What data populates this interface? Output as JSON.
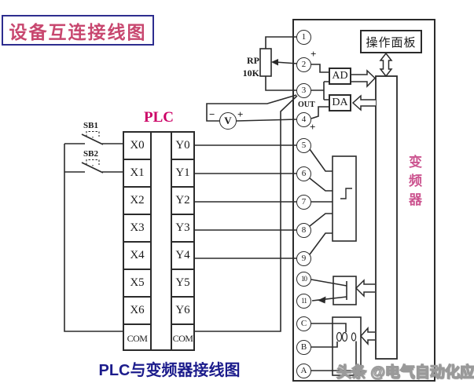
{
  "title": "设备互连接线图",
  "plc": {
    "header": "PLC",
    "x_labels": [
      "X0",
      "X1",
      "X2",
      "X3",
      "X4",
      "X5",
      "X6",
      "COM"
    ],
    "y_labels": [
      "Y0",
      "Y1",
      "Y2",
      "Y3",
      "Y4",
      "Y5",
      "Y6",
      "COM"
    ]
  },
  "switches": {
    "sb1": "SB1",
    "sb2": "SB2"
  },
  "potentiometer": {
    "name": "RP",
    "value": "10K"
  },
  "voltmeter": {
    "label": "V",
    "plus": "+",
    "minus": "−"
  },
  "marks": {
    "t2_plus": "+",
    "t4_plus": "+",
    "out": "OUT"
  },
  "inverter": {
    "name": "变频器",
    "panel": "操作面板",
    "ad": "AD",
    "da": "DA",
    "terminals": [
      "1",
      "2",
      "3",
      "4",
      "5",
      "6",
      "7",
      "8",
      "9",
      "10",
      "11",
      "C",
      "B",
      "A"
    ]
  },
  "caption": {
    "plc": "PLC",
    "rest": "与变频器接线图"
  },
  "watermark": "头条 @电气自动化应用",
  "colors": {
    "title_text": "#c8476f",
    "title_border": "#2d2d8f",
    "plc_header": "#cc0066",
    "inverter_label": "#cc5590",
    "caption": "#1c1c8c",
    "line": "#2b2b2b"
  }
}
